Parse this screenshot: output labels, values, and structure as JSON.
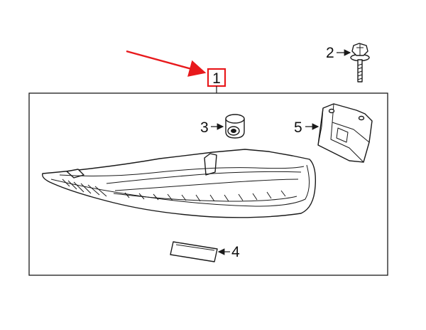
{
  "callouts": {
    "part1": "1",
    "part2": "2",
    "part3": "3",
    "part4": "4",
    "part5": "5"
  },
  "colors": {
    "highlight": "#e8191c",
    "line": "#1a1a1a",
    "background": "#ffffff"
  }
}
